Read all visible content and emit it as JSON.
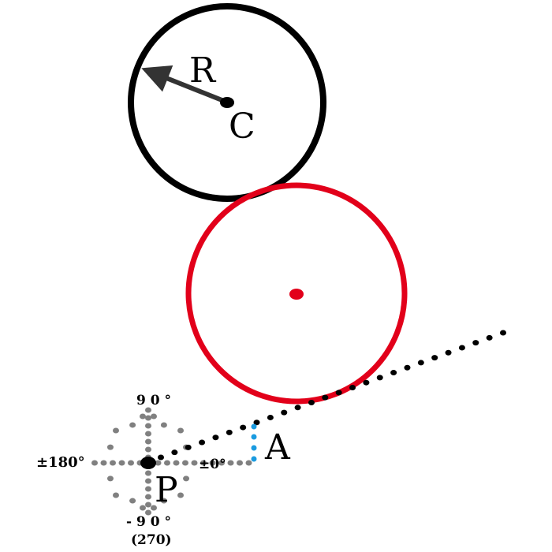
{
  "labels": {
    "radius": "R",
    "center": "C",
    "point_a": "A",
    "point_p": "P",
    "angle_90": "9 0 °",
    "angle_0": "±0°",
    "angle_180": "±180°",
    "angle_neg90": "- 9 0 °",
    "angle_270": "(270)"
  },
  "colors": {
    "black_circle": "#000000",
    "red_circle": "#e2001a",
    "arrow": "#333333",
    "guide_dots": "#808080",
    "blue_dots": "#1a9be0"
  }
}
